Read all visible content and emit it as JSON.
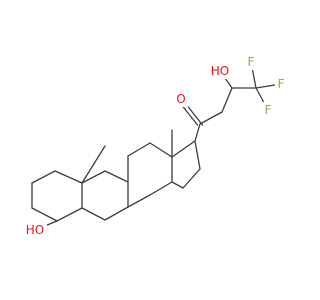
{
  "molecule": {
    "atoms": [
      {
        "id": "O1",
        "label": "O",
        "color": "#ff0d0d"
      },
      {
        "id": "HO1",
        "label": "HO",
        "color": "#ff0d0d"
      },
      {
        "id": "HO2",
        "label": "HO",
        "color": "#ff0d0d"
      },
      {
        "id": "F1",
        "label": "F",
        "color": "#8fb14d"
      },
      {
        "id": "F2",
        "label": "F",
        "color": "#8fb14d"
      },
      {
        "id": "F3",
        "label": "F",
        "color": "#8fb14d"
      }
    ],
    "bond_color": "#3c3c3c"
  }
}
